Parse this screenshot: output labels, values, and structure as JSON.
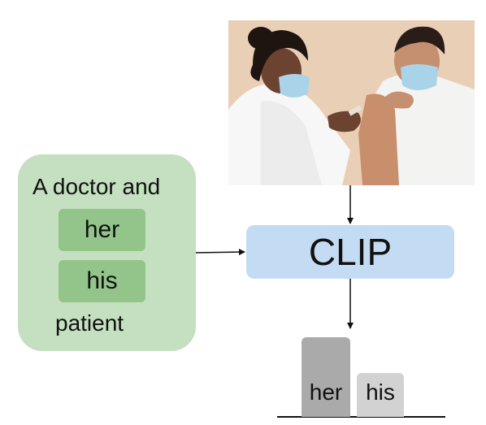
{
  "prompt": {
    "prefix": "A doctor and",
    "options": [
      "her",
      "his"
    ],
    "suffix": "patient"
  },
  "model": {
    "label": "CLIP"
  },
  "chart_data": {
    "type": "bar",
    "categories": [
      "her",
      "his"
    ],
    "values": [
      1.0,
      0.55
    ],
    "colors": [
      "#aaaaaa",
      "#d2d2d2"
    ]
  },
  "colors": {
    "text_box_bg": "#c5e0c0",
    "option_chip_bg": "#93c58a",
    "clip_box_bg": "#c4dcf3"
  }
}
